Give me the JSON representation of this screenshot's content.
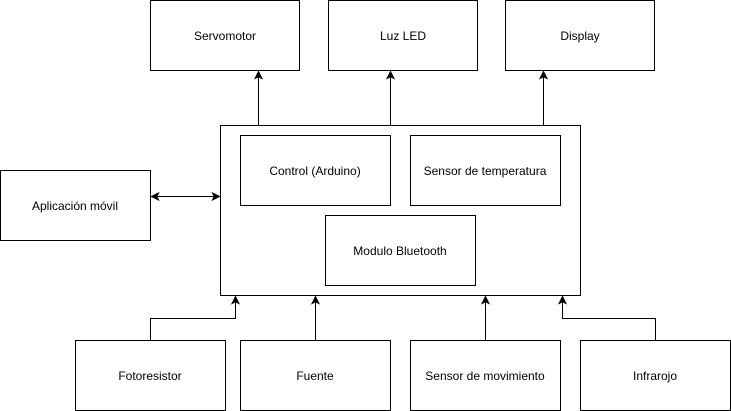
{
  "diagram": {
    "outputs": {
      "servomotor": "Servomotor",
      "luz_led": "Luz LED",
      "display": "Display"
    },
    "app": "Aplicación móvil",
    "core": {
      "control": "Control (Arduino)",
      "temperatura": "Sensor de temperatura",
      "bluetooth": "Modulo Bluetooth"
    },
    "inputs": {
      "fotoresistor": "Fotoresistor",
      "fuente": "Fuente",
      "movimiento": "Sensor de movimiento",
      "infrarojo": "Infrarojo"
    }
  }
}
